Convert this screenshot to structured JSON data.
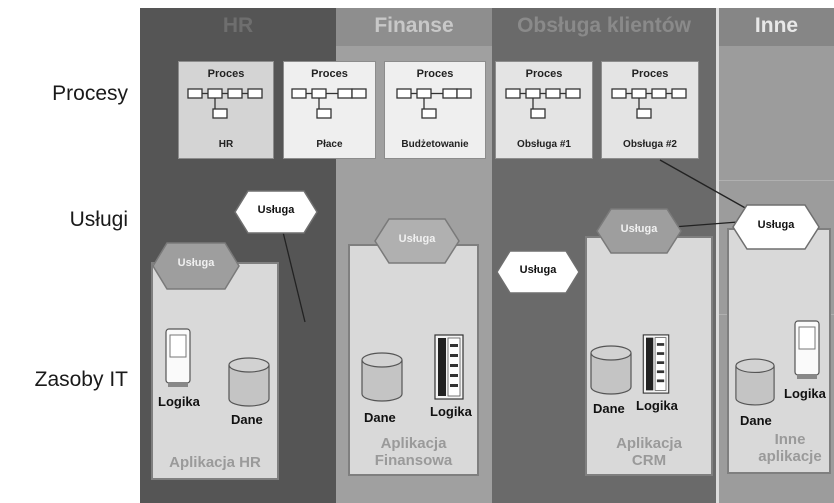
{
  "rows": {
    "processes": "Procesy",
    "services": "Usługi",
    "it_resources": "Zasoby IT"
  },
  "columns": {
    "hr": "HR",
    "finance": "Finanse",
    "customer": "Obsługa klientów",
    "other": "Inne"
  },
  "processes": [
    {
      "header": "Proces",
      "name": "HR"
    },
    {
      "header": "Proces",
      "name": "Płace"
    },
    {
      "header": "Proces",
      "name": "Budżetowanie"
    },
    {
      "header": "Proces",
      "name": "Obsługa #1"
    },
    {
      "header": "Proces",
      "name": "Obsługa #2"
    }
  ],
  "service_label": "Usługa",
  "resources": {
    "logic": "Logika",
    "data": "Dane"
  },
  "applications": {
    "hr": "Aplikacja HR",
    "finance_line1": "Aplikacja",
    "finance_line2": "Finansowa",
    "crm_line1": "Aplikacja",
    "crm_line2": "CRM",
    "other_line1": "Inne",
    "other_line2": "aplikacje"
  },
  "colors": {
    "col_hr": "#555555",
    "col_finance": "#a0a0a0",
    "col_customer": "#6a6a6a",
    "col_other": "#9c9c9c",
    "process_box": "#d4d4d4",
    "app_box": "#d9d9d9",
    "hex_gray": "#9e9e9e",
    "hex_white": "#ffffff"
  }
}
